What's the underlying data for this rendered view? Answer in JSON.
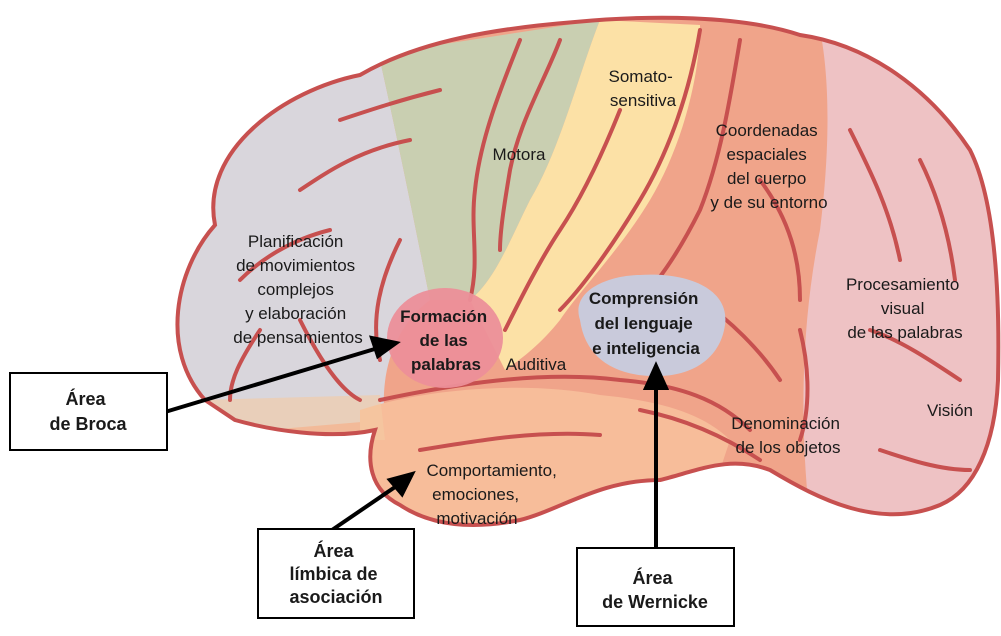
{
  "regions": {
    "prefrontal": [
      "Planificación",
      "de movimientos",
      "complejos",
      "y elaboración",
      "de pensamientos"
    ],
    "motor": [
      "Motora"
    ],
    "somatosensory": [
      "Somato-",
      "sensitiva"
    ],
    "spatial": [
      "Coordenadas",
      "espaciales",
      "del cuerpo",
      "y de su entorno"
    ],
    "visual_words": [
      "Procesamiento",
      "visual",
      "de las palabras"
    ],
    "vision": [
      "Visión"
    ],
    "naming": [
      "Denominación",
      "de los objetos"
    ],
    "limbic": [
      "Comportamiento,",
      "emociones,",
      "motivación"
    ],
    "auditory": [
      "Auditiva"
    ],
    "word_formation": [
      "Formación",
      "de las",
      "palabras"
    ],
    "comprehension": [
      "Comprensión",
      "del lenguaje",
      "e inteligencia"
    ]
  },
  "callouts": {
    "broca": [
      "Área",
      "de Broca"
    ],
    "limbic_area": [
      "Área",
      "límbica de",
      "asociación"
    ],
    "wernicke": [
      "Área",
      "de Wernicke"
    ]
  },
  "colors": {
    "outline": "#c7504f",
    "prefrontal": "#d9d6dc",
    "motor": "#c9cfb1",
    "somatosensory": "#fce1a6",
    "parietal": "#f0a48a",
    "occipital": "#eec2c4",
    "temporal": "#f7bd9a",
    "broca_fill": "#ec8f99",
    "wernicke_fill": "#c9cadb"
  }
}
